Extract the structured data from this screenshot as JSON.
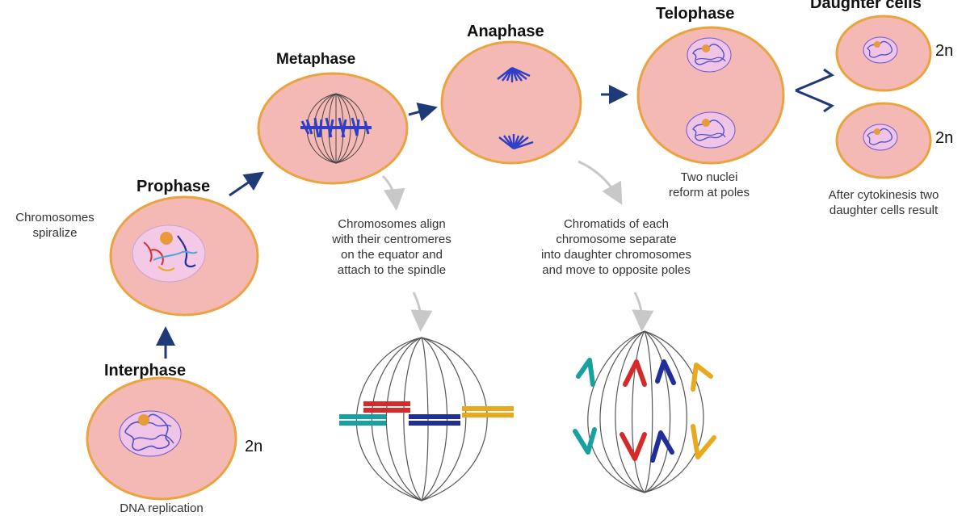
{
  "stages": {
    "interphase": "Interphase",
    "prophase": "Prophase",
    "metaphase": "Metaphase",
    "anaphase": "Anaphase",
    "telophase": "Telophase",
    "daughter_cells": "Daughter cells"
  },
  "descriptions": {
    "interphase": [
      "DNA replication"
    ],
    "prophase": [
      "Chromosomes",
      "spiralize"
    ],
    "metaphase": [
      "Chromosomes align",
      "with their centromeres",
      "on the equator and",
      "attach to the spindle"
    ],
    "anaphase": [
      "Chromatids of each",
      "chromosome separate",
      "into daughter chromosomes",
      "and move to opposite poles"
    ],
    "telophase": [
      "Two nuclei",
      "reform at poles"
    ],
    "daughter_cells": [
      "After cytokinesis two",
      "daughter cells result"
    ]
  },
  "ploidy": {
    "interphase": "2n",
    "daughter_top": "2n",
    "daughter_bottom": "2n"
  },
  "colors": {
    "cell_fill": "#f4b9b4",
    "cell_border": "#e9a43f",
    "nucleus_fill": "#f3c9e6",
    "chromatin": "#4f4fc8",
    "chromosome_blue": "#2f3ec8",
    "arrow_dark": "#1e3a78",
    "arrow_grey": "#c8c8c8",
    "spindle": "#666666",
    "chrom_red": "#d42a2a",
    "chrom_navy": "#1f2e9a",
    "chrom_teal": "#17a2a0",
    "chrom_gold": "#e9a91e"
  }
}
